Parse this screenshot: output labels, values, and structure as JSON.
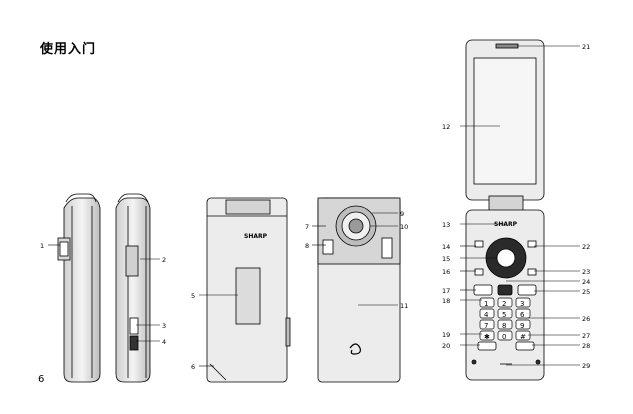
{
  "heading": "使用入门",
  "page_number": "6",
  "brand": "SHARP",
  "callouts": [
    "1",
    "2",
    "3",
    "4",
    "5",
    "6",
    "7",
    "8",
    "9",
    "10",
    "11",
    "12",
    "13",
    "14",
    "15",
    "16",
    "17",
    "18",
    "19",
    "20",
    "21",
    "22",
    "23",
    "24",
    "25",
    "26",
    "27",
    "28",
    "29"
  ],
  "keypad": {
    "keys": [
      "1",
      "2",
      "3",
      "4",
      "5",
      "6",
      "7",
      "8",
      "9",
      "✱",
      "0",
      "#"
    ]
  },
  "colors": {
    "line": "#000000",
    "body": "#e9e9e9",
    "dark": "#2a2a2a",
    "paper": "#ffffff"
  }
}
